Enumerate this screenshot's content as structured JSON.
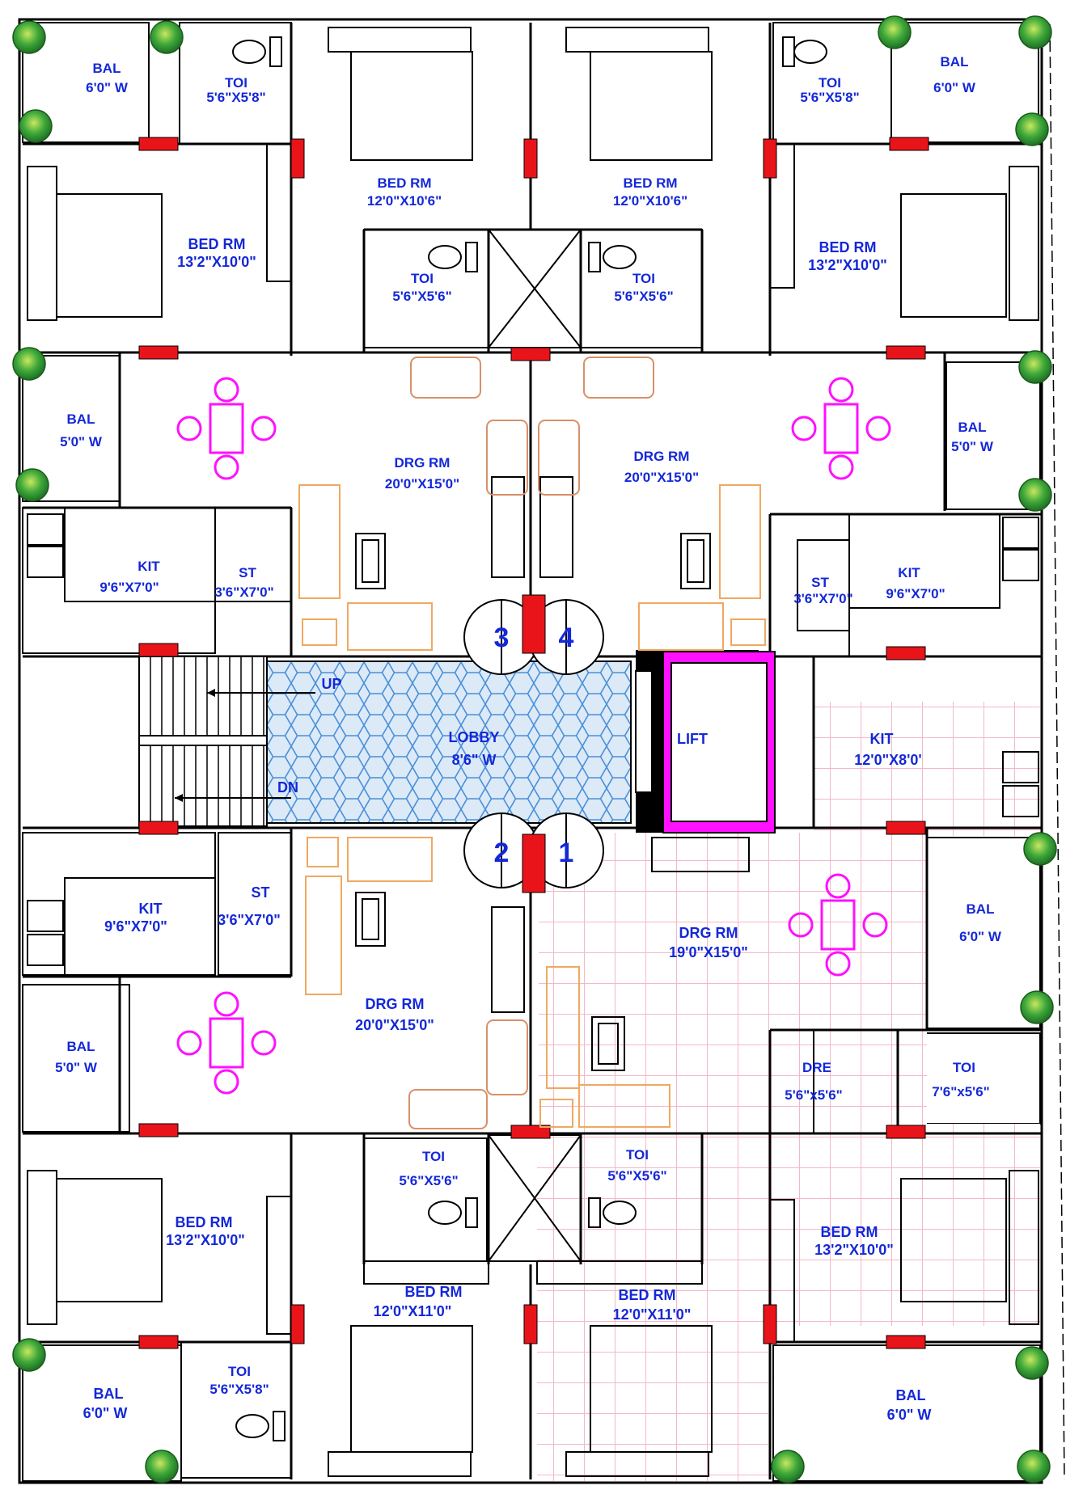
{
  "rooms": {
    "bal_tl": [
      "BAL",
      "6'0\" W"
    ],
    "toi_tl": [
      "TOI",
      "5'6\"X5'8\""
    ],
    "bed_tc1": [
      "BED RM",
      "12'0\"X10'6\""
    ],
    "bed_tc2": [
      "BED RM",
      "12'0\"X10'6\""
    ],
    "toi_tr": [
      "TOI",
      "5'6\"X5'8\""
    ],
    "bal_tr": [
      "BAL",
      "6'0\" W"
    ],
    "bed_tl": [
      "BED RM",
      "13'2\"X10'0\""
    ],
    "toi_c1": [
      "TOI",
      "5'6\"X5'6\""
    ],
    "toi_c2": [
      "TOI",
      "5'6\"X5'6\""
    ],
    "bed_tr": [
      "BED RM",
      "13'2\"X10'0\""
    ],
    "bal_ml": [
      "BAL",
      "5'0\" W"
    ],
    "drg_tl": [
      "DRG RM",
      "20'0\"X15'0\""
    ],
    "drg_tr": [
      "DRG RM",
      "20'0\"X15'0\""
    ],
    "bal_mr": [
      "BAL",
      "5'0\" W"
    ],
    "kit_tl": [
      "KIT",
      "9'6\"X7'0\""
    ],
    "st_tl": [
      "ST",
      "3'6\"X7'0\""
    ],
    "st_tr": [
      "ST",
      "3'6\"X7'0\""
    ],
    "kit_tr": [
      "KIT",
      "9'6\"X7'0\""
    ],
    "up": [
      "UP"
    ],
    "dn": [
      "DN"
    ],
    "lobby": [
      "LOBBY",
      "8'6\" W"
    ],
    "lift": [
      "LIFT"
    ],
    "kit_r": [
      "KIT",
      "12'0\"X8'0'"
    ],
    "kit_bl": [
      "KIT",
      "9'6\"X7'0\""
    ],
    "st_bl": [
      "ST",
      "3'6\"X7'0\""
    ],
    "drg_br": [
      "DRG RM",
      "19'0\"X15'0\""
    ],
    "bal_r": [
      "BAL",
      "6'0\" W"
    ],
    "bal_bl": [
      "BAL",
      "5'0\" W"
    ],
    "drg_bl": [
      "DRG RM",
      "20'0\"X15'0\""
    ],
    "dre": [
      "DRE",
      "5'6\"x5'6\""
    ],
    "toi_r": [
      "TOI",
      "7'6\"x5'6\""
    ],
    "bed_bl": [
      "BED RM",
      "13'2\"X10'0\""
    ],
    "toi_b1": [
      "TOI",
      "5'6\"X5'6\""
    ],
    "toi_b2": [
      "TOI",
      "5'6\"X5'6\""
    ],
    "bed_br": [
      "BED RM",
      "13'2\"X10'0\""
    ],
    "bed_bc1": [
      "BED RM",
      "12'0\"X11'0\""
    ],
    "bed_bc2": [
      "BED RM",
      "12'0\"X11'0\""
    ],
    "toi_bl": [
      "TOI",
      "5'6\"X5'8\""
    ],
    "bal_bl2": [
      "BAL",
      "6'0\" W"
    ],
    "bal_br": [
      "BAL",
      "6'0\" W"
    ]
  },
  "flats": [
    "3",
    "4",
    "2",
    "1"
  ],
  "colors": {
    "wall": "#000000",
    "label": "#1428d8",
    "balcony_fill": "#10d8f0",
    "toilet_grid": "#10e010",
    "lobby_tile": "#4a90d8",
    "floor_tile": "#f4b8c8",
    "door": "#e8141a",
    "furniture": "#f0a860",
    "dining": "#ff10ff",
    "lift_wall": "#ff10ff",
    "tree": "#2e9a2e"
  }
}
